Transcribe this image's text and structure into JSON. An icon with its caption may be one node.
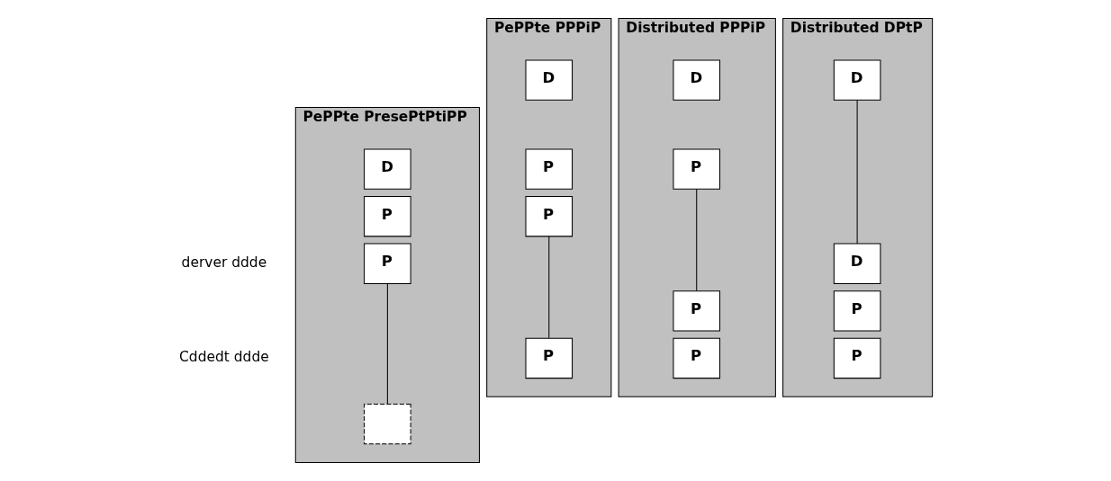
{
  "diagram": {
    "nodes": [
      {
        "text": [
          "PePPte PresePtPtiPP"
        ]
      },
      {
        "text": [
          "D"
        ],
        "in": 0
      },
      {
        "text": [
          "P"
        ],
        "in": 0
      },
      {
        "text": [
          "P"
        ],
        "in": 0
      },
      {
        "text": [],
        "shape": "box",
        "in": 0
      },
      {
        "text": [
          "PePPte PPPiP"
        ]
      },
      {
        "text": [
          "D"
        ],
        "in": 5
      },
      {
        "text": [
          "P"
        ],
        "in": 5
      },
      {
        "text": [
          "P"
        ],
        "in": 5
      },
      {
        "text": [
          "P"
        ],
        "in": 5
      },
      {
        "text": [
          "Distributed PPPiP"
        ]
      },
      {
        "text": [
          "D"
        ],
        "in": 10
      },
      {
        "text": [
          "P"
        ],
        "in": 10
      },
      {
        "text": [
          "P"
        ],
        "in": 10
      },
      {
        "text": [
          "P"
        ],
        "in": 10
      },
      {
        "text": [
          "Distributed DPtP"
        ]
      },
      {
        "text": [
          "D"
        ],
        "in": 15
      },
      {
        "text": [
          "D"
        ],
        "in": 15
      },
      {
        "text": [
          "P"
        ],
        "in": 15
      },
      {
        "text": [
          "P"
        ],
        "in": 15
      }
    ],
    "edges": [
      {
        "from": 3,
        "to": 4,
        "arrow": "none"
      },
      {
        "from": 8,
        "to": 9,
        "arrow": "none"
      },
      {
        "from": 12,
        "to": 13,
        "arrow": "none"
      },
      {
        "from": 16,
        "to": 17,
        "arrow": "none"
      }
    ],
    "labels": [
      "derver ddde",
      "Cddedt ddde"
    ]
  }
}
